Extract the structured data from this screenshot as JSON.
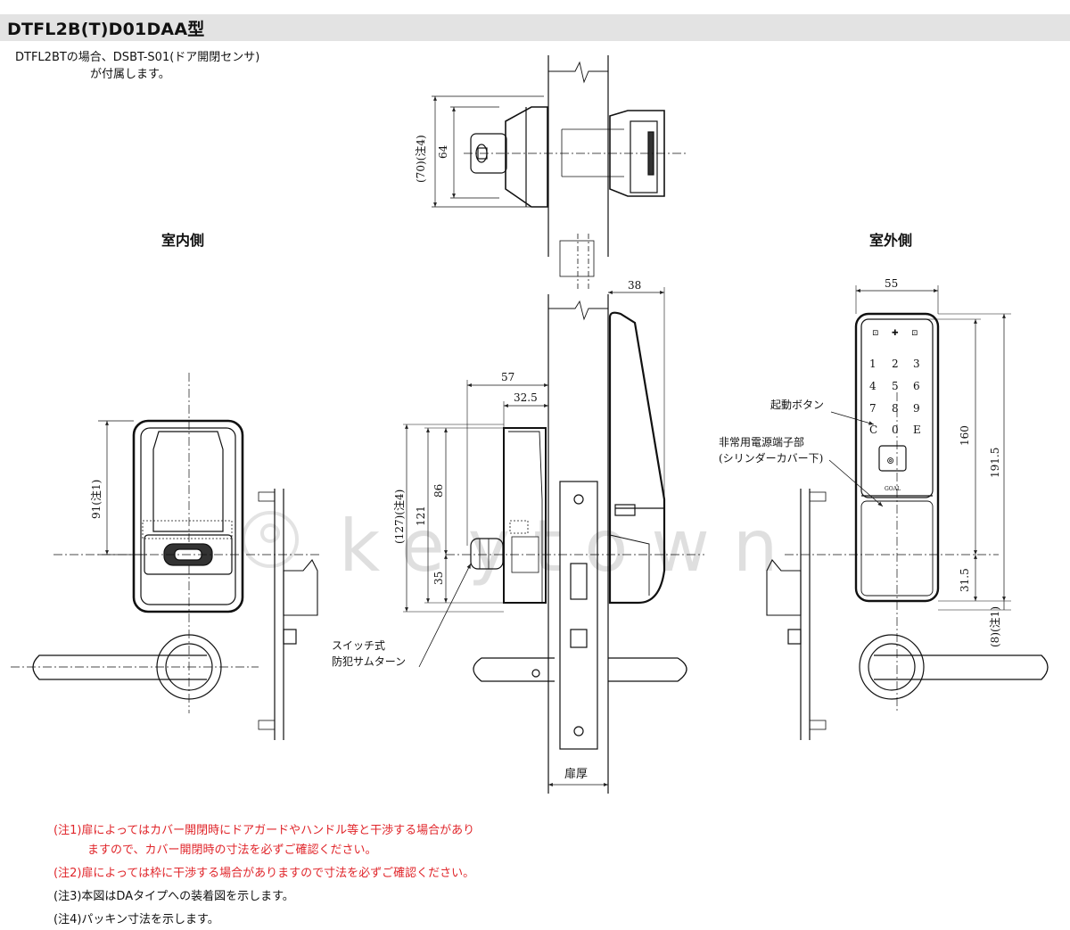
{
  "header": {
    "title": "DTFL2B(T)D01DAA型"
  },
  "intro": {
    "line1": "DTFL2BTの場合、DSBT-S01(ドア開閉センサ)",
    "line2": "が付属します。"
  },
  "views": {
    "indoor": "室内側",
    "outdoor": "室外側"
  },
  "dimensions": {
    "top_70": "(70)(注4)",
    "top_64": "64",
    "side_38": "38",
    "side_57": "57",
    "side_32_5": "32.5",
    "side_127": "(127)(注4)",
    "side_121": "121",
    "side_86": "86",
    "side_35": "35",
    "indoor_91": "91(注1)",
    "outdoor_55": "55",
    "outdoor_160": "160",
    "outdoor_191_5": "191.5",
    "outdoor_31_5": "31.5",
    "outdoor_8": "(8)(注1)",
    "door_thickness": "扉厚"
  },
  "callouts": {
    "thumbturn_line1": "スイッチ式",
    "thumbturn_line2": "防犯サムターン",
    "start_button": "起動ボタン",
    "terminal_line1": "非常用電源端子部",
    "terminal_line2": "(シリンダーカバー下)"
  },
  "keypad": {
    "keys": [
      "1",
      "2",
      "3",
      "4",
      "5",
      "6",
      "7",
      "8",
      "9",
      "C",
      "0",
      "E"
    ],
    "brand": "GOAL"
  },
  "notes": [
    {
      "label": "(注1)",
      "line1": "扉によってはカバー開閉時にドアガードやハンドル等と干渉する場合があり",
      "line2": "ますので、カバー開閉時の寸法を必ずご確認ください。",
      "color": "#e0262b"
    },
    {
      "label": "(注2)",
      "line1": "扉によっては枠に干渉する場合がありますので寸法を必ずご確認ください。",
      "color": "#e0262b"
    },
    {
      "label": "(注3)",
      "line1": "本図はDAタイプへの装着図を示します。",
      "color": "#111111"
    },
    {
      "label": "(注4)",
      "line1": "パッキン寸法を示します。",
      "color": "#111111"
    }
  ],
  "watermark": "keytown"
}
